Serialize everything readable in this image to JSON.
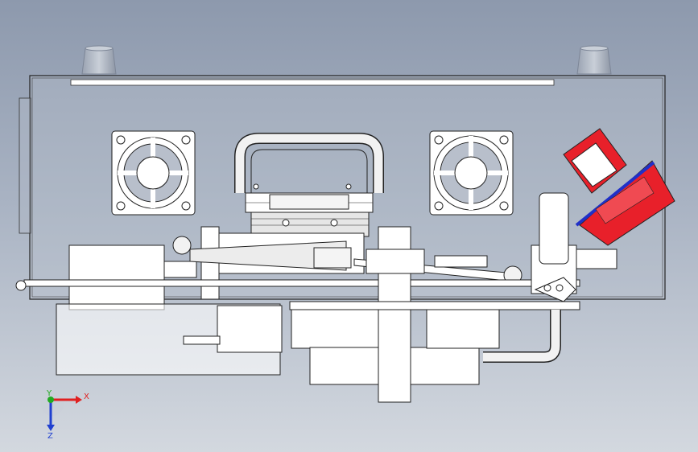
{
  "triad": {
    "x_label": "X",
    "y_label": "Y",
    "z_label": "Z",
    "x_color": "#e02020",
    "y_color": "#22aa22",
    "z_color": "#2040d0"
  },
  "colors": {
    "background_top": "#8d99ad",
    "background_bottom": "#d3d8df",
    "part_fill": "#ffffff",
    "part_stroke": "#1a1a1a",
    "accent_red": "#e8202a",
    "accent_blue": "#2030c8"
  },
  "components": [
    "housing-panel",
    "fan-left",
    "fan-right",
    "carry-handle",
    "red-connector",
    "slide-rail",
    "motor-assembly",
    "coolant-pipe"
  ]
}
